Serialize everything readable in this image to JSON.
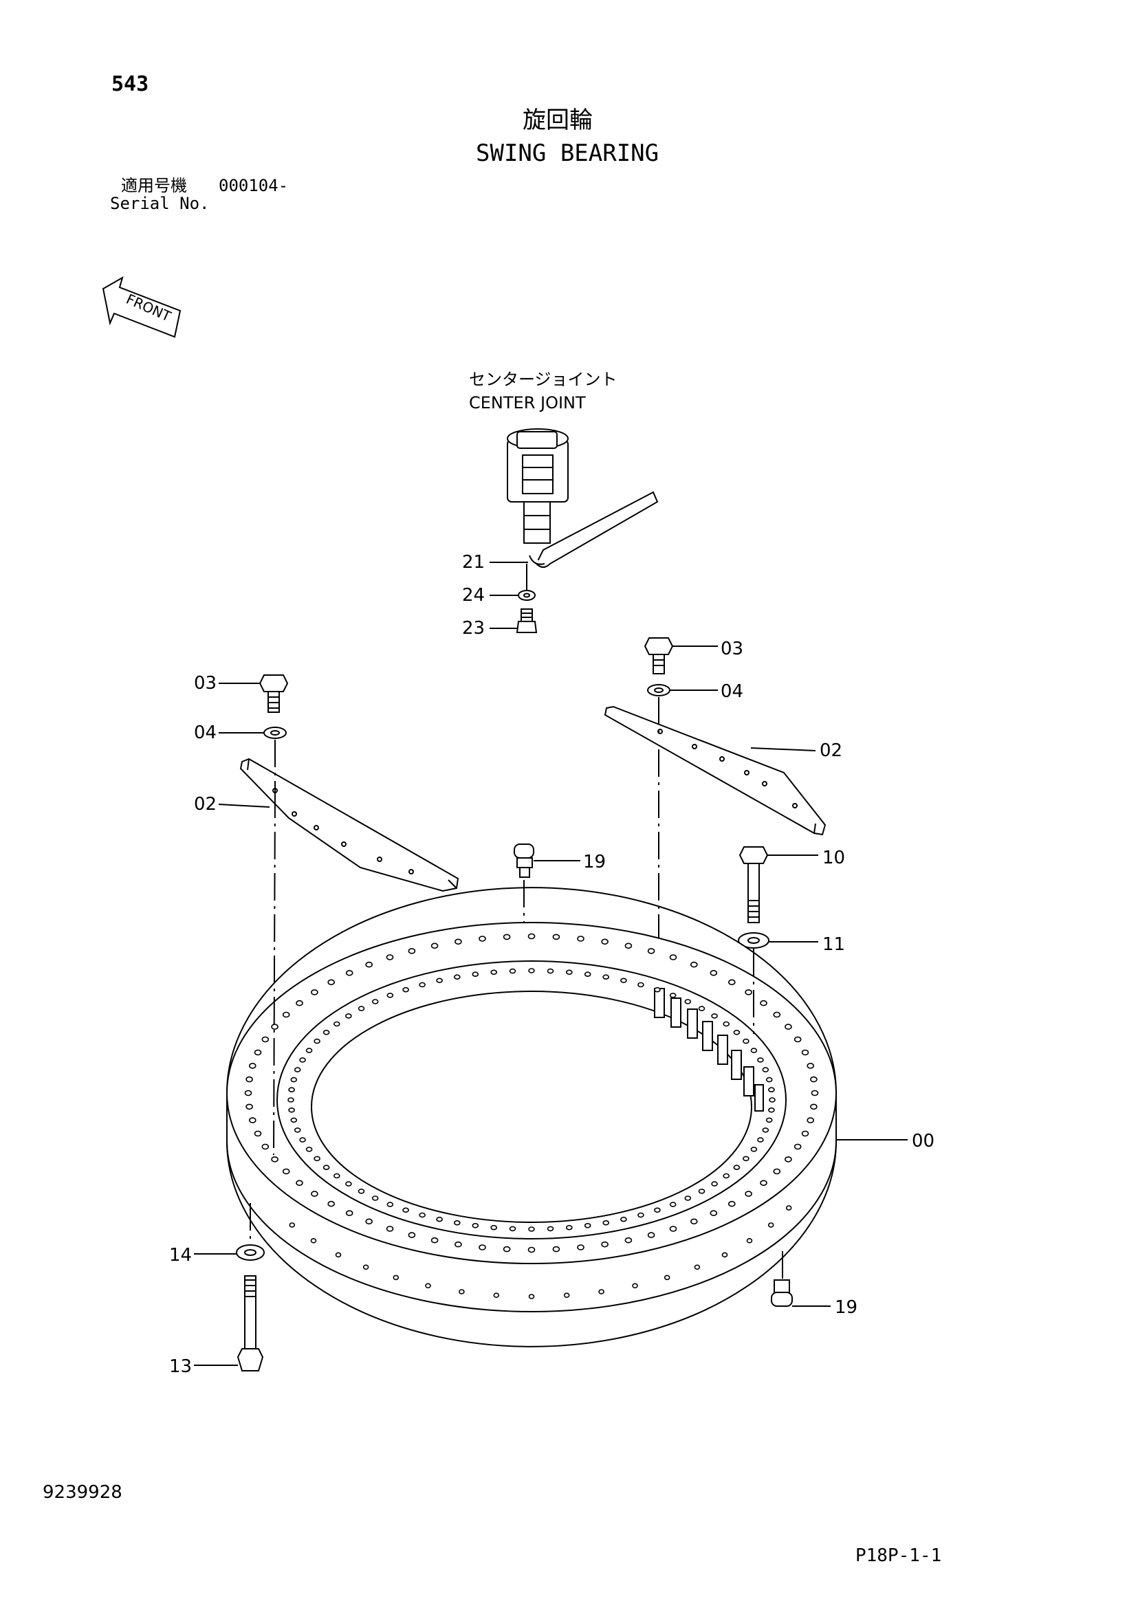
{
  "header": {
    "page_number": "543",
    "title_jp": "旋回輪",
    "title_en": "SWING BEARING",
    "serial_label_jp": "適用号機",
    "serial_value": "000104-",
    "serial_label_en": "Serial No."
  },
  "front_arrow": {
    "label": "FRONT"
  },
  "center_joint": {
    "label_jp": "センタージョイント",
    "label_en": "CENTER JOINT"
  },
  "callouts": [
    {
      "id": "c21",
      "text": "21"
    },
    {
      "id": "c24",
      "text": "24"
    },
    {
      "id": "c23",
      "text": "23"
    },
    {
      "id": "c03-left",
      "text": "03"
    },
    {
      "id": "c04-left",
      "text": "04"
    },
    {
      "id": "c02-left",
      "text": "02"
    },
    {
      "id": "c03-right",
      "text": "03"
    },
    {
      "id": "c04-right",
      "text": "04"
    },
    {
      "id": "c02-right",
      "text": "02"
    },
    {
      "id": "c19-top",
      "text": "19"
    },
    {
      "id": "c10",
      "text": "10"
    },
    {
      "id": "c11",
      "text": "11"
    },
    {
      "id": "c00",
      "text": "00"
    },
    {
      "id": "c14",
      "text": "14"
    },
    {
      "id": "c13",
      "text": "13"
    },
    {
      "id": "c19-bottom",
      "text": "19"
    }
  ],
  "footer": {
    "document_number": "9239928",
    "sheet_code": "P18P-1-1"
  }
}
